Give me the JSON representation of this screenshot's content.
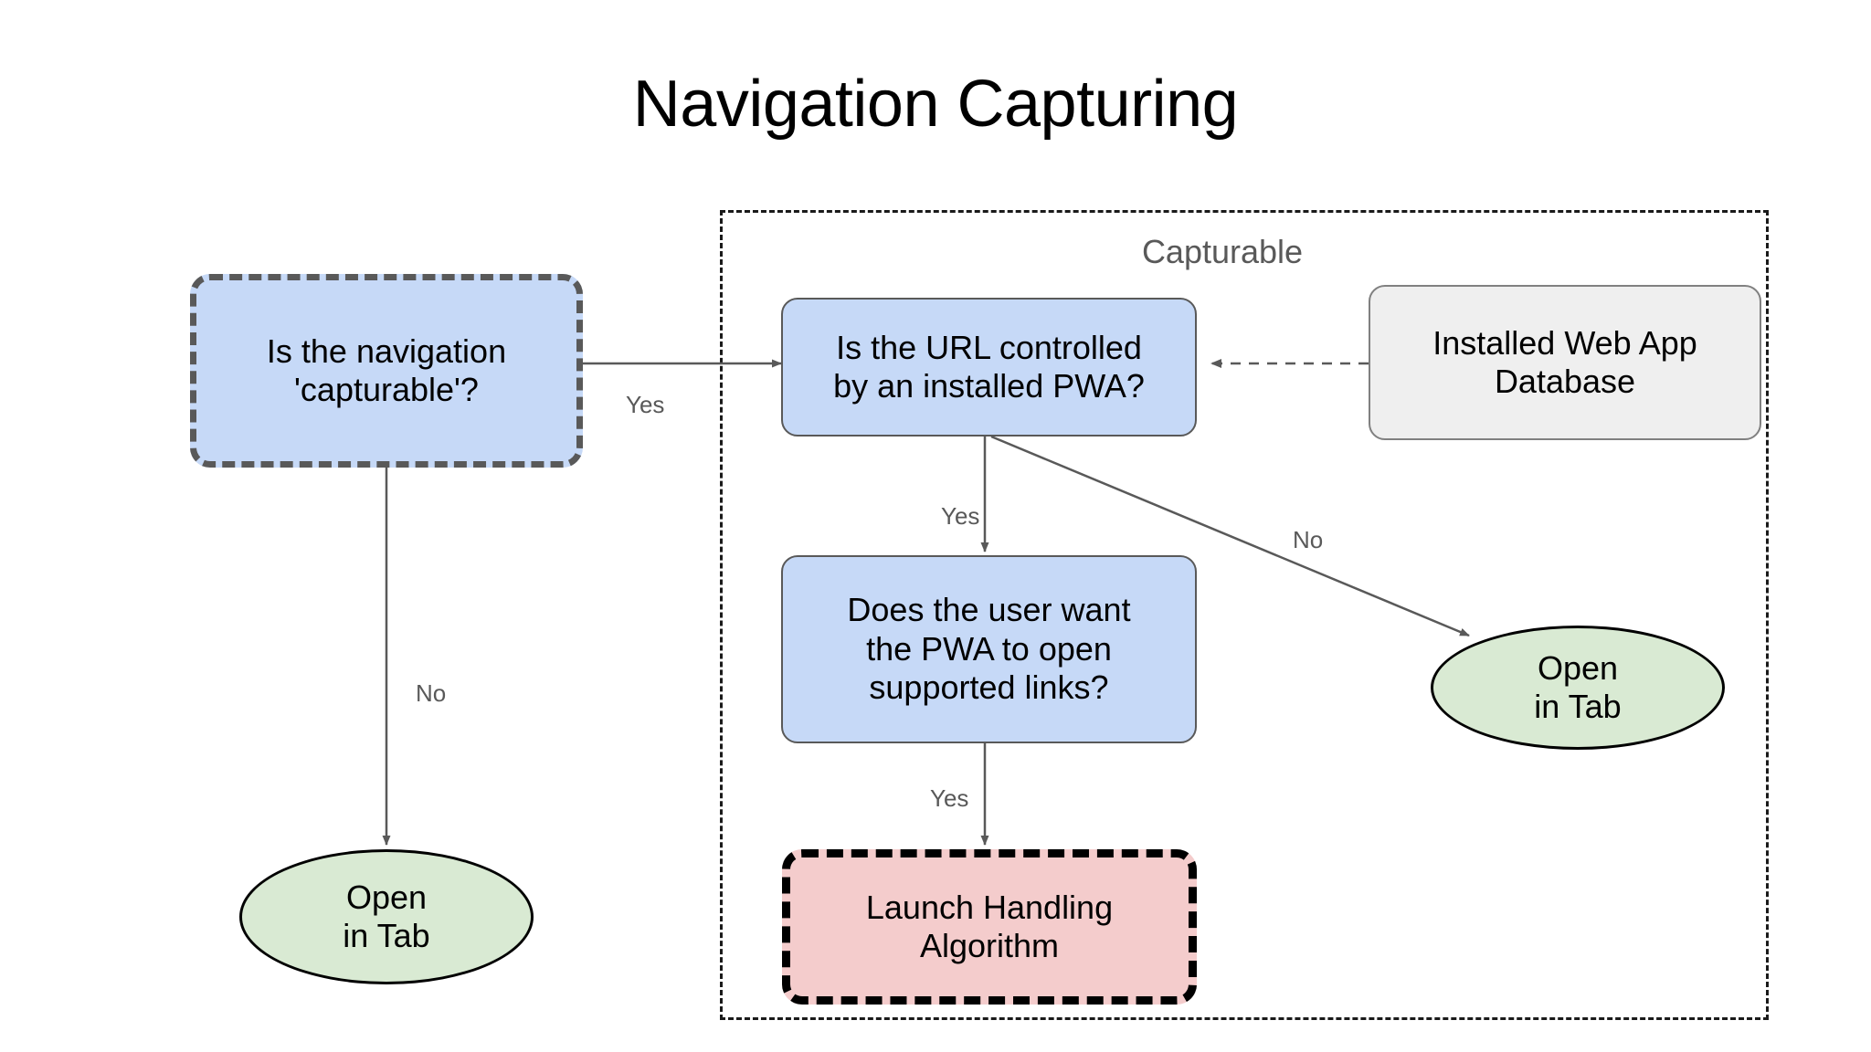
{
  "diagram": {
    "title": "Navigation Capturing",
    "group": {
      "label": "Capturable"
    },
    "nodes": {
      "is_capturable": {
        "label": "Is the navigation\n'capturable'?",
        "shape": "rounded-rect-dashed",
        "fill": "#c6d9f7",
        "stroke": "#595959"
      },
      "url_controlled": {
        "label": "Is the URL controlled\nby an installed PWA?",
        "shape": "rounded-rect",
        "fill": "#c6d9f7",
        "stroke": "#595959"
      },
      "web_app_db": {
        "label": "Installed Web App\nDatabase",
        "shape": "rounded-rect",
        "fill": "#efefef",
        "stroke": "#808080"
      },
      "user_wants_pwa": {
        "label": "Does the user want\nthe PWA to open\nsupported links?",
        "shape": "rounded-rect",
        "fill": "#c6d9f7",
        "stroke": "#595959"
      },
      "launch_handling": {
        "label": "Launch Handling\nAlgorithm",
        "shape": "rounded-rect-dashed",
        "fill": "#f4cccc",
        "stroke": "#000000"
      },
      "open_in_tab_left": {
        "label": "Open\nin Tab",
        "shape": "ellipse",
        "fill": "#d9ead3",
        "stroke": "#000000"
      },
      "open_in_tab_right": {
        "label": "Open\nin Tab",
        "shape": "ellipse",
        "fill": "#d9ead3",
        "stroke": "#000000"
      }
    },
    "edges": [
      {
        "id": "capturable-yes",
        "from": "is_capturable",
        "to": "url_controlled",
        "label": "Yes",
        "style": "solid"
      },
      {
        "id": "capturable-no",
        "from": "is_capturable",
        "to": "open_in_tab_left",
        "label": "No",
        "style": "solid"
      },
      {
        "id": "db-feed",
        "from": "web_app_db",
        "to": "url_controlled",
        "label": "",
        "style": "dashed"
      },
      {
        "id": "url-yes",
        "from": "url_controlled",
        "to": "user_wants_pwa",
        "label": "Yes",
        "style": "solid"
      },
      {
        "id": "url-no",
        "from": "url_controlled",
        "to": "open_in_tab_right",
        "label": "No",
        "style": "solid"
      },
      {
        "id": "user-yes",
        "from": "user_wants_pwa",
        "to": "launch_handling",
        "label": "Yes",
        "style": "solid"
      }
    ],
    "colors": {
      "decision_fill": "#c6d9f7",
      "terminator_fill": "#d9ead3",
      "datastore_fill": "#efefef",
      "highlight_fill": "#f4cccc",
      "edge_stroke": "#595959",
      "label_text": "#595959"
    }
  }
}
